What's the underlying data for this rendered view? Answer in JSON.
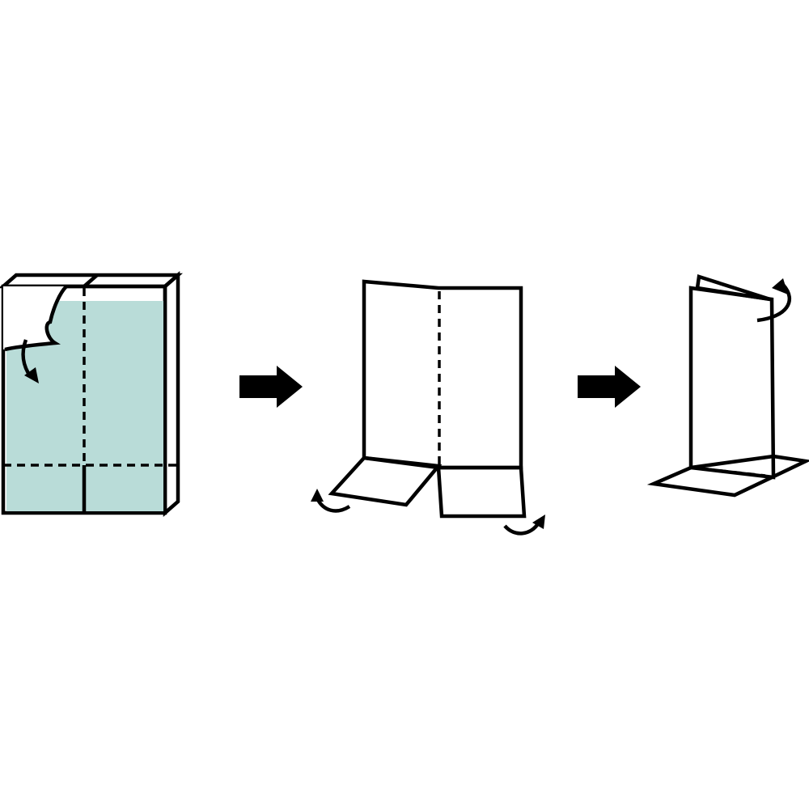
{
  "colors": {
    "background": "#ffffff",
    "line": "#000000",
    "panel_fill": "#ffffff",
    "tint": "#b9dcd8"
  },
  "steps": [
    {
      "figure": "sheet-with-backing",
      "icons": [
        "peel-corner-icon",
        "curved-arrow-icon"
      ]
    },
    {
      "figure": "folded-stand-flaps-open",
      "icons": [
        "curved-arrow-icon",
        "curved-arrow-icon"
      ]
    },
    {
      "figure": "standing-card",
      "icons": [
        "curved-arrow-icon"
      ]
    }
  ],
  "connectors": [
    {
      "icon": "right-arrow-icon"
    },
    {
      "icon": "right-arrow-icon"
    }
  ]
}
